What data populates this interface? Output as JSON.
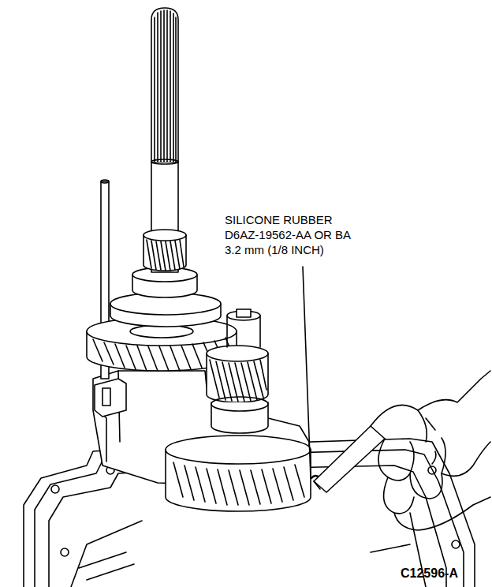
{
  "diagram": {
    "labels": [
      "SILICONE RUBBER",
      "D6AZ-19562-AA OR BA",
      "3.2 mm (1/8 INCH)",
      "C12596-A"
    ]
  }
}
